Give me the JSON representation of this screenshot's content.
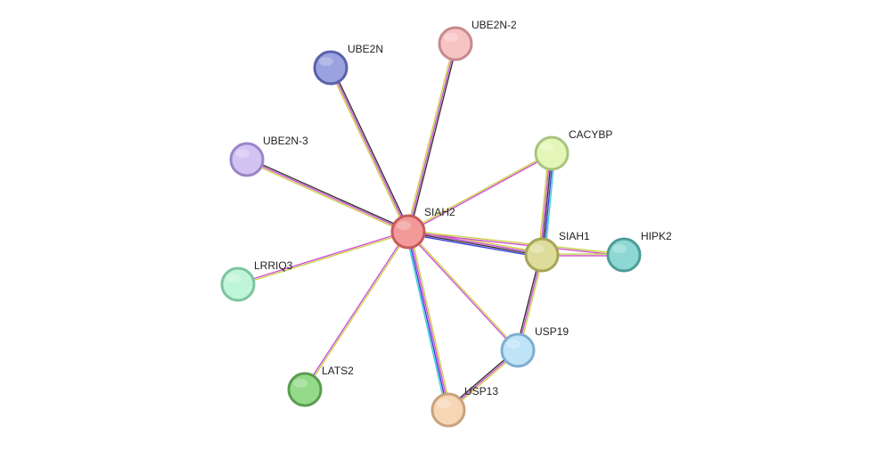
{
  "network": {
    "nodes": [
      {
        "id": "SIAH2",
        "label": "SIAH2",
        "fill": "#f29a9a",
        "stroke": "#c85a5a",
        "query": true
      },
      {
        "id": "UBE2N-2",
        "label": "UBE2N-2",
        "fill": "#f7c4c4",
        "stroke": "#c58b8b"
      },
      {
        "id": "UBE2N",
        "label": "UBE2N",
        "fill": "#9aa3e0",
        "stroke": "#5a62a8"
      },
      {
        "id": "UBE2N-3",
        "label": "UBE2N-3",
        "fill": "#d3c3f3",
        "stroke": "#9a84c8"
      },
      {
        "id": "CACYBP",
        "label": "CACYBP",
        "fill": "#e3f6b8",
        "stroke": "#a9c47e"
      },
      {
        "id": "SIAH1",
        "label": "SIAH1",
        "fill": "#dedc9a",
        "stroke": "#a8a456"
      },
      {
        "id": "HIPK2",
        "label": "HIPK2",
        "fill": "#8ed8d3",
        "stroke": "#4f9c97"
      },
      {
        "id": "LRRIQ3",
        "label": "LRRIQ3",
        "fill": "#bff5d8",
        "stroke": "#7dc4a0"
      },
      {
        "id": "USP19",
        "label": "USP19",
        "fill": "#bfe3f7",
        "stroke": "#7eaed0"
      },
      {
        "id": "LATS2",
        "label": "LATS2",
        "fill": "#95d98a",
        "stroke": "#5a9c50"
      },
      {
        "id": "USP13",
        "label": "USP13",
        "fill": "#f7d6b6",
        "stroke": "#c9a27c"
      }
    ],
    "edges": [
      {
        "source": "SIAH2",
        "target": "UBE2N-2",
        "colors": [
          "#c9d24a",
          "#d04fd0",
          "#333333"
        ]
      },
      {
        "source": "SIAH2",
        "target": "UBE2N",
        "colors": [
          "#c9d24a",
          "#d04fd0",
          "#333333"
        ]
      },
      {
        "source": "SIAH2",
        "target": "UBE2N-3",
        "colors": [
          "#c9d24a",
          "#d04fd0",
          "#333333"
        ]
      },
      {
        "source": "SIAH2",
        "target": "CACYBP",
        "colors": [
          "#c9d24a",
          "#d04fd0"
        ]
      },
      {
        "source": "SIAH2",
        "target": "SIAH1",
        "colors": [
          "#c9d24a",
          "#d04fd0",
          "#333333",
          "#3d3de0"
        ]
      },
      {
        "source": "SIAH2",
        "target": "HIPK2",
        "colors": [
          "#c9d24a",
          "#d04fd0"
        ]
      },
      {
        "source": "SIAH2",
        "target": "LRRIQ3",
        "colors": [
          "#c9d24a",
          "#d04fd0"
        ]
      },
      {
        "source": "SIAH2",
        "target": "USP19",
        "colors": [
          "#c9d24a",
          "#d04fd0"
        ]
      },
      {
        "source": "SIAH2",
        "target": "LATS2",
        "colors": [
          "#c9d24a",
          "#d04fd0"
        ]
      },
      {
        "source": "SIAH2",
        "target": "USP13",
        "colors": [
          "#c9d24a",
          "#d04fd0",
          "#3d3de0",
          "#3ccfcf"
        ]
      },
      {
        "source": "SIAH1",
        "target": "CACYBP",
        "colors": [
          "#c9d24a",
          "#d04fd0",
          "#333333",
          "#3d3de0",
          "#3ccfcf"
        ]
      },
      {
        "source": "SIAH1",
        "target": "HIPK2",
        "colors": [
          "#c9d24a",
          "#d04fd0"
        ]
      },
      {
        "source": "SIAH1",
        "target": "USP19",
        "colors": [
          "#c9d24a",
          "#d04fd0",
          "#333333"
        ]
      },
      {
        "source": "USP19",
        "target": "USP13",
        "colors": [
          "#c9d24a",
          "#d04fd0",
          "#333333"
        ]
      }
    ]
  }
}
